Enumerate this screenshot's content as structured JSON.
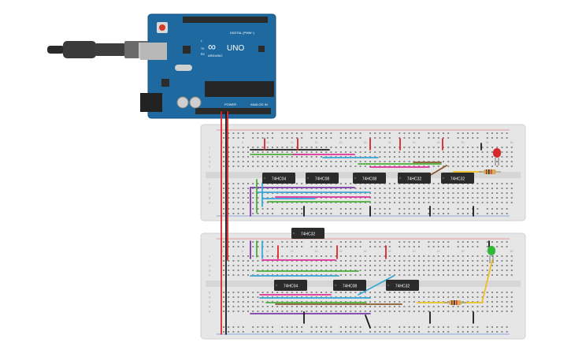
{
  "arduino": {
    "brand": "ARDUINO",
    "model": "UNO",
    "digital_label": "DIGITAL (PWM~)",
    "power_label": "POWER",
    "analog_label": "ANALOG IN",
    "led_labels": [
      "L",
      "TX",
      "RX"
    ],
    "icon": "infinity-logo-icon",
    "board_color": "#1e6aa0"
  },
  "breadboards": {
    "top": {
      "row_letters_upper": [
        "J",
        "I",
        "H",
        "G",
        "F"
      ],
      "row_letters_lower": [
        "E",
        "D",
        "C",
        "B",
        "A"
      ],
      "column_numbers": [
        "1",
        "5",
        "10",
        "15",
        "20",
        "25",
        "30",
        "35",
        "40",
        "45",
        "50",
        "55",
        "60"
      ]
    },
    "bottom": {
      "row_letters_upper": [
        "J",
        "I",
        "H",
        "G",
        "F"
      ],
      "row_letters_lower": [
        "E",
        "D",
        "C",
        "B",
        "A"
      ],
      "column_numbers": [
        "1",
        "5",
        "10",
        "15",
        "20",
        "25",
        "30",
        "35",
        "40",
        "45",
        "50",
        "55",
        "60"
      ]
    }
  },
  "chips": {
    "top_row": [
      "74HC04",
      "74HC08",
      "74HC08",
      "74HC32",
      "74HC32"
    ],
    "middle": [
      "74HC32"
    ],
    "bottom_row": [
      "74HC04",
      "74HC08",
      "74HC32"
    ]
  },
  "leds": {
    "top": {
      "color": "#d42a2a",
      "name": "red"
    },
    "bottom": {
      "color": "#2fb83a",
      "name": "green"
    }
  },
  "wire_colors": {
    "red": "#e0242b",
    "black": "#1a1a1a",
    "purple": "#7b3aa8",
    "green": "#4caf3a",
    "blue": "#38a7d6",
    "magenta": "#e0309a",
    "yellow": "#f0c020",
    "brown": "#8b5a2b",
    "orange": "#e57d20"
  }
}
